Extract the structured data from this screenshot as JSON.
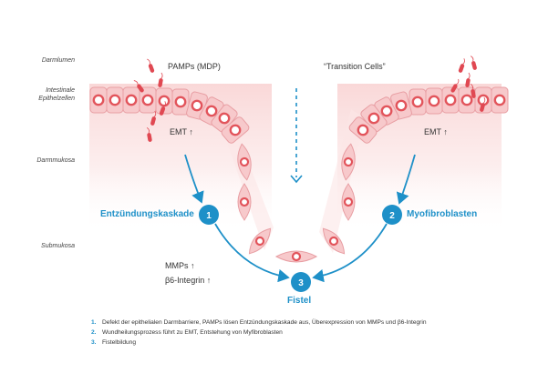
{
  "layers": {
    "lumen": "Darmlumen",
    "epithel": "Intestinale\nEpithelzellen",
    "mukosa": "Darmmukosa",
    "submukosa": "Submukosa"
  },
  "labels": {
    "pamps": "PAMPs (MDP)",
    "transition": "“Transition Cells”",
    "emt_left": "EMT ↑",
    "emt_right": "EMT ↑",
    "mmps": "MMPs ↑",
    "integrin": "β6-Integrin ↑"
  },
  "nodes": {
    "n1": {
      "number": "1",
      "label": "Entzündungskaskade"
    },
    "n2": {
      "number": "2",
      "label": "Myofibroblasten"
    },
    "n3": {
      "number": "3",
      "label": "Fistel"
    }
  },
  "steps": [
    {
      "num": "1.",
      "text": "Defekt der epithelialen Darmbarriere, PAMPs lösen Entzündungskaskade aus, Überexpression von MMPs und β6-Integrin"
    },
    {
      "num": "2.",
      "text": "Wundheilungsprozess führt zu EMT, Entstehung von Myfibroblasten"
    },
    {
      "num": "3.",
      "text": "Fistelbildung"
    }
  ],
  "colors": {
    "accent": "#1e90c8",
    "cell_fill": "#f7c9cb",
    "cell_stroke": "#e89ea3",
    "nucleus": "#e2545b",
    "bacteria": "#e04852",
    "tissue": "#fbe3e3"
  }
}
